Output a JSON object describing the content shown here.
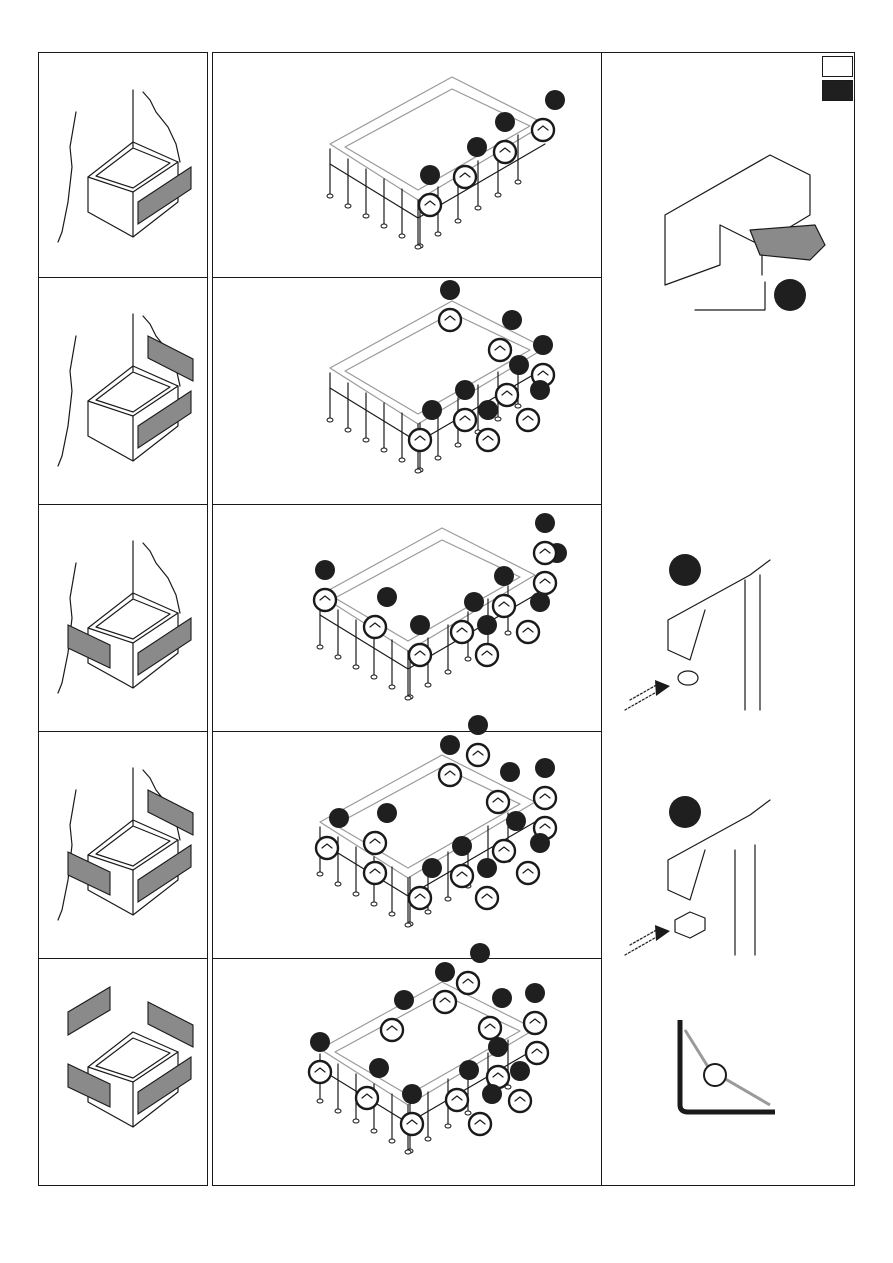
{
  "colors": {
    "line": "#1a1a1a",
    "panel_fill": "#8a8a8a",
    "badge": "#1f1f1f",
    "light_line": "#9a9a9a"
  },
  "steps": [
    {
      "panels": [
        "front"
      ],
      "markers": 4
    },
    {
      "panels": [
        "front",
        "right"
      ],
      "markers": 8
    },
    {
      "panels": [
        "front",
        "left"
      ],
      "markers": 9
    },
    {
      "panels": [
        "front",
        "left",
        "right"
      ],
      "markers": 12
    },
    {
      "panels": [
        "front",
        "left",
        "right",
        "back"
      ],
      "markers": 13
    }
  ],
  "flags": [
    "flag-white",
    "flag-dark"
  ],
  "details": [
    "clip-screw-detail",
    "spring-washer-detail",
    "nut-detail",
    "corner-joint-detail"
  ]
}
